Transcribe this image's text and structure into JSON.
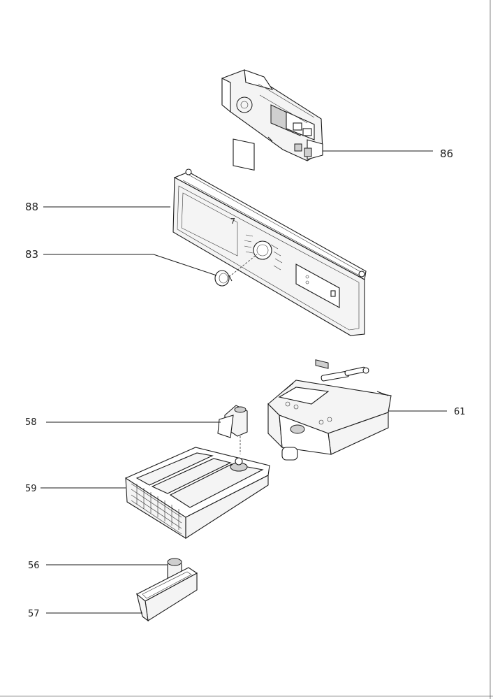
{
  "callouts": {
    "c86": "86",
    "c88": "88",
    "c83": "83",
    "c58": "58",
    "c61": "61",
    "c59": "59",
    "c56": "56",
    "c57": "57"
  },
  "panel": {
    "knob_marker": "7"
  }
}
